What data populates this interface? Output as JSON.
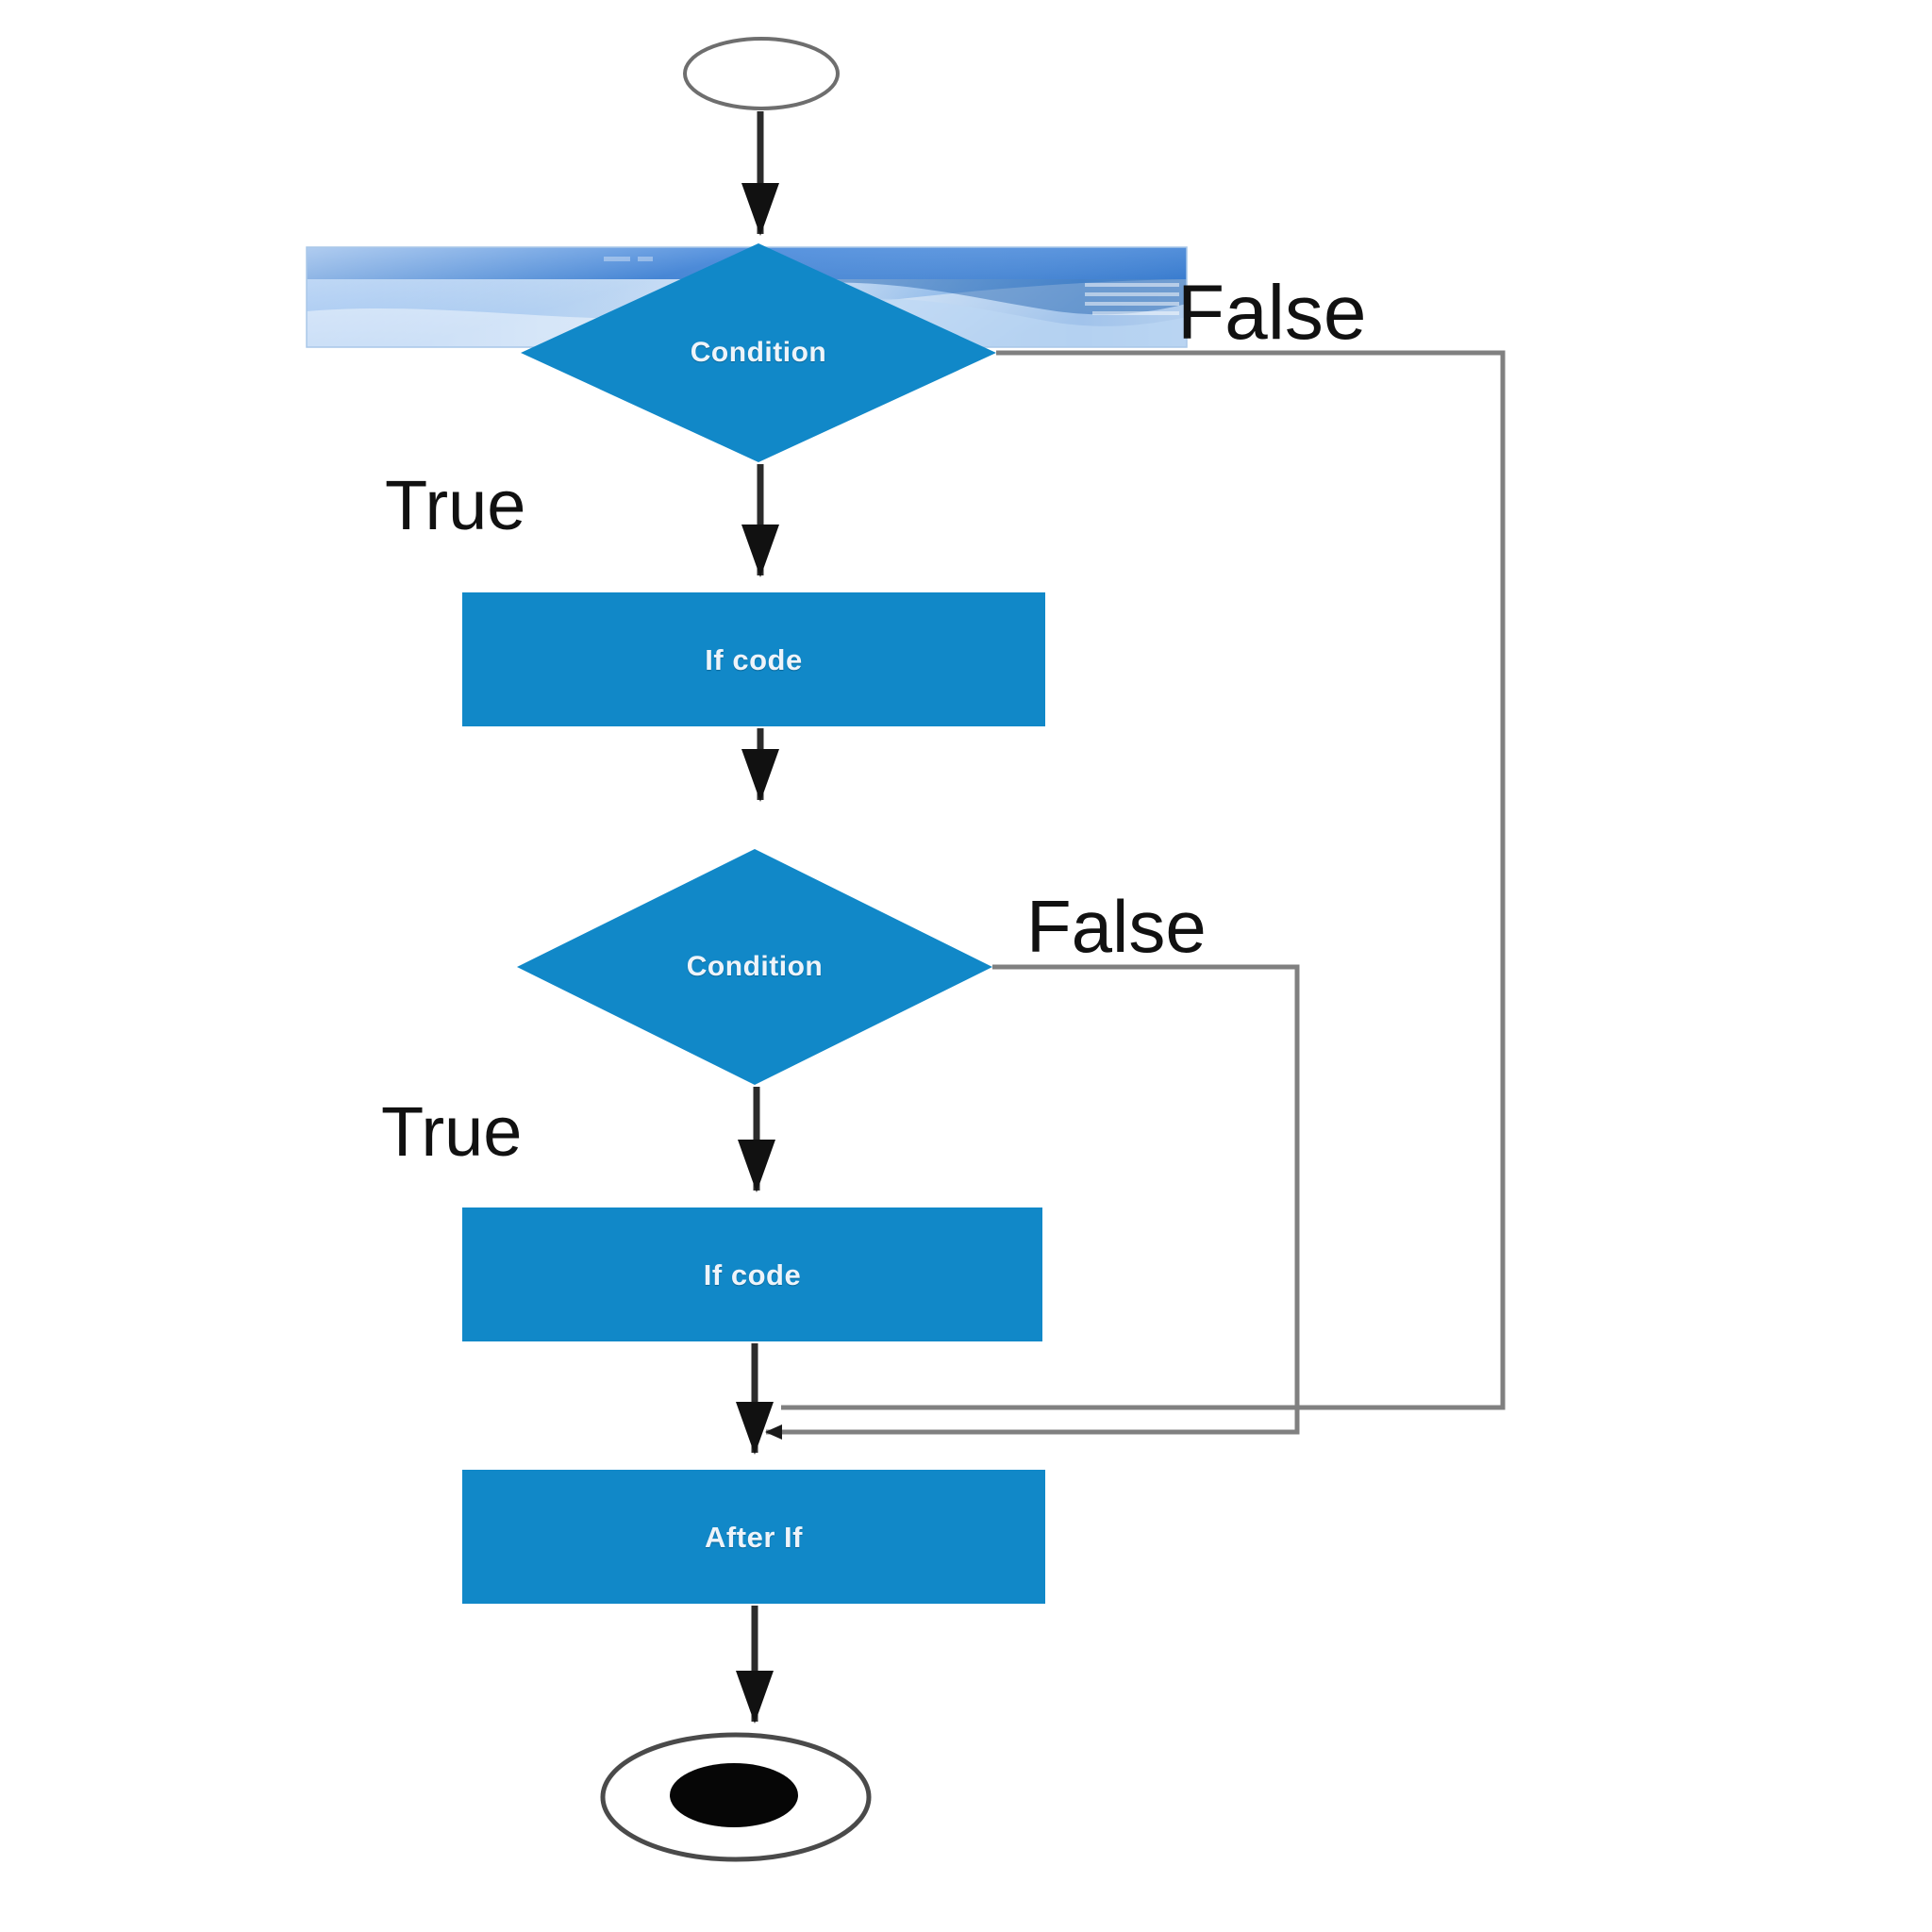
{
  "diagram": {
    "type": "flowchart",
    "title": "If / Nested If control flow",
    "colors": {
      "shape_fill": "#1188c8",
      "shape_text": "#eef4fa",
      "connector_dark": "#1a1a1a",
      "connector_gray": "#808080",
      "banner_blue": "#4a8fdd",
      "background": "#ffffff"
    },
    "nodes": [
      {
        "id": "start",
        "kind": "terminator-start",
        "label": ""
      },
      {
        "id": "condition1",
        "kind": "decision",
        "label": "Condition"
      },
      {
        "id": "ifcode1",
        "kind": "process",
        "label": "If code"
      },
      {
        "id": "condition2",
        "kind": "decision",
        "label": "Condition"
      },
      {
        "id": "ifcode2",
        "kind": "process",
        "label": "If code"
      },
      {
        "id": "afterif",
        "kind": "process",
        "label": "After If"
      },
      {
        "id": "end",
        "kind": "terminator-end",
        "label": ""
      }
    ],
    "edges": [
      {
        "from": "start",
        "to": "condition1",
        "label": ""
      },
      {
        "from": "condition1",
        "to": "ifcode1",
        "label": "True"
      },
      {
        "from": "condition1",
        "to": "afterif",
        "label": "False"
      },
      {
        "from": "ifcode1",
        "to": "condition2",
        "label": ""
      },
      {
        "from": "condition2",
        "to": "ifcode2",
        "label": "True"
      },
      {
        "from": "condition2",
        "to": "afterif",
        "label": "False"
      },
      {
        "from": "ifcode2",
        "to": "afterif",
        "label": ""
      },
      {
        "from": "afterif",
        "to": "end",
        "label": ""
      }
    ],
    "labels": {
      "condition_1": "Condition",
      "condition_2": "Condition",
      "if_code_1": "If code",
      "if_code_2": "If code",
      "after_if": "After If",
      "true_1": "True",
      "true_2": "True",
      "false_1": "False",
      "false_2": "False"
    },
    "decoration": {
      "banner_caption": ""
    }
  }
}
